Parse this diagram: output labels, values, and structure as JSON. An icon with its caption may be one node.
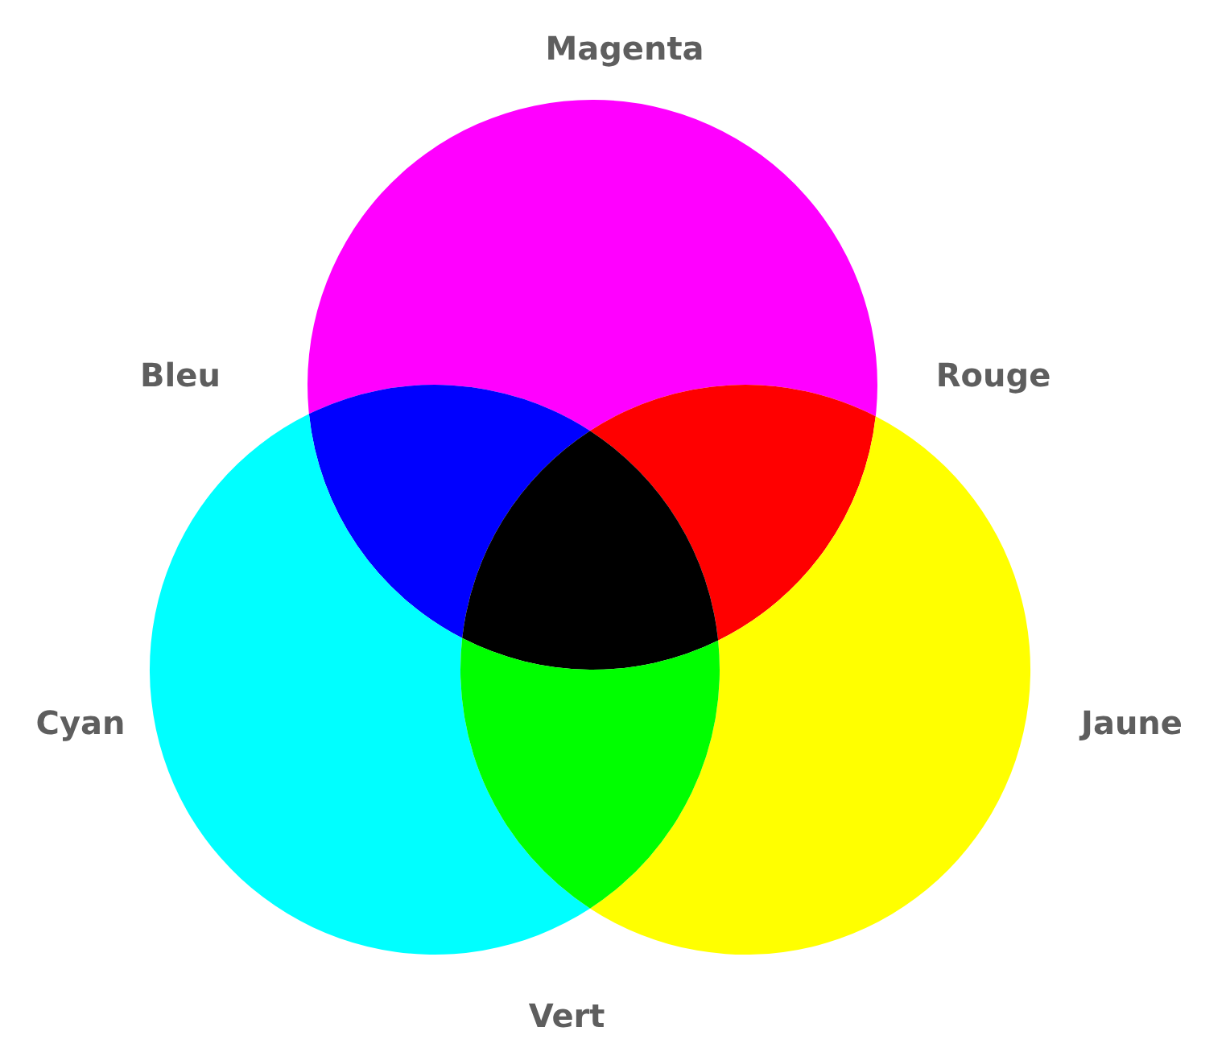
{
  "diagram": {
    "nodes": [
      {
        "text": [],
        "shape": "circle",
        "beside": [
          "Magenta"
        ]
      },
      {
        "text": [],
        "shape": "lens"
      },
      {
        "text": [],
        "shape": "lens"
      },
      {
        "text": [],
        "shape": "triangle"
      },
      {
        "text": [],
        "shape": "circle",
        "beside": [
          "Cyan"
        ]
      },
      {
        "text": [],
        "shape": "circle",
        "beside": [
          "Jaune"
        ]
      },
      {
        "text": [],
        "shape": "lens"
      }
    ],
    "labels": [
      "Bleu",
      "Rouge",
      "Vert"
    ]
  }
}
